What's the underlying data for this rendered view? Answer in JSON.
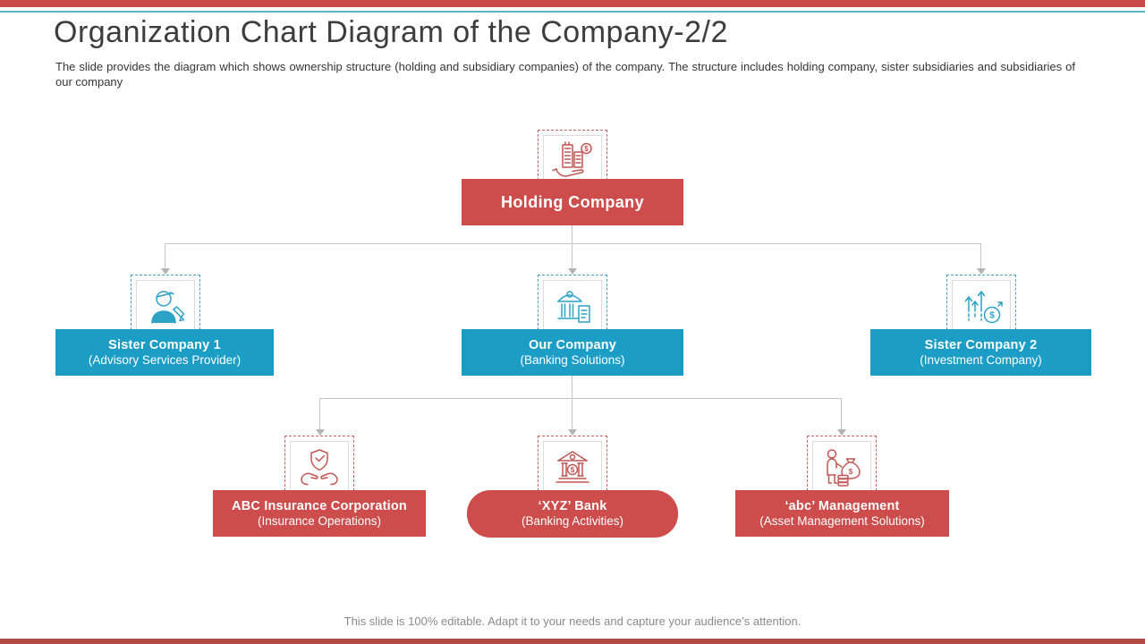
{
  "slide": {
    "title": "Organization Chart Diagram of the Company-2/2",
    "subtitle": "The slide provides the diagram which shows ownership structure (holding and subsidiary companies) of the company. The structure includes holding company, sister subsidiaries and subsidiaries of our company",
    "footer": "This slide is 100% editable. Adapt it to your needs and capture your audience’s attention."
  },
  "colors": {
    "accent_red": "#cd4c4c",
    "accent_teal": "#1b9dc6",
    "top_bar_red": "#c84a47",
    "teal_divider": "#58b7c5",
    "connector_gray": "#c6c6c6"
  },
  "org_chart": {
    "root": {
      "label": "Holding Company",
      "icon": "buildings-on-hand-icon"
    },
    "level2": [
      {
        "label": "Sister Company 1",
        "sublabel": "(Advisory Services Provider)",
        "icon": "advisor-person-icon"
      },
      {
        "label": "Our Company",
        "sublabel": "(Banking Solutions)",
        "icon": "bank-building-icon"
      },
      {
        "label": "Sister Company 2",
        "sublabel": "(Investment Company)",
        "icon": "investment-growth-icon"
      }
    ],
    "level3": [
      {
        "label": "ABC Insurance Corporation",
        "sublabel": "(Insurance Operations)",
        "icon": "insurance-shield-hands-icon"
      },
      {
        "label": "‘XYZ’ Bank",
        "sublabel": "(Banking Activities)",
        "icon": "bank-dollar-icon"
      },
      {
        "label": "‘abc’ Management",
        "sublabel": "(Asset Management Solutions)",
        "icon": "person-money-bag-icon"
      }
    ]
  }
}
